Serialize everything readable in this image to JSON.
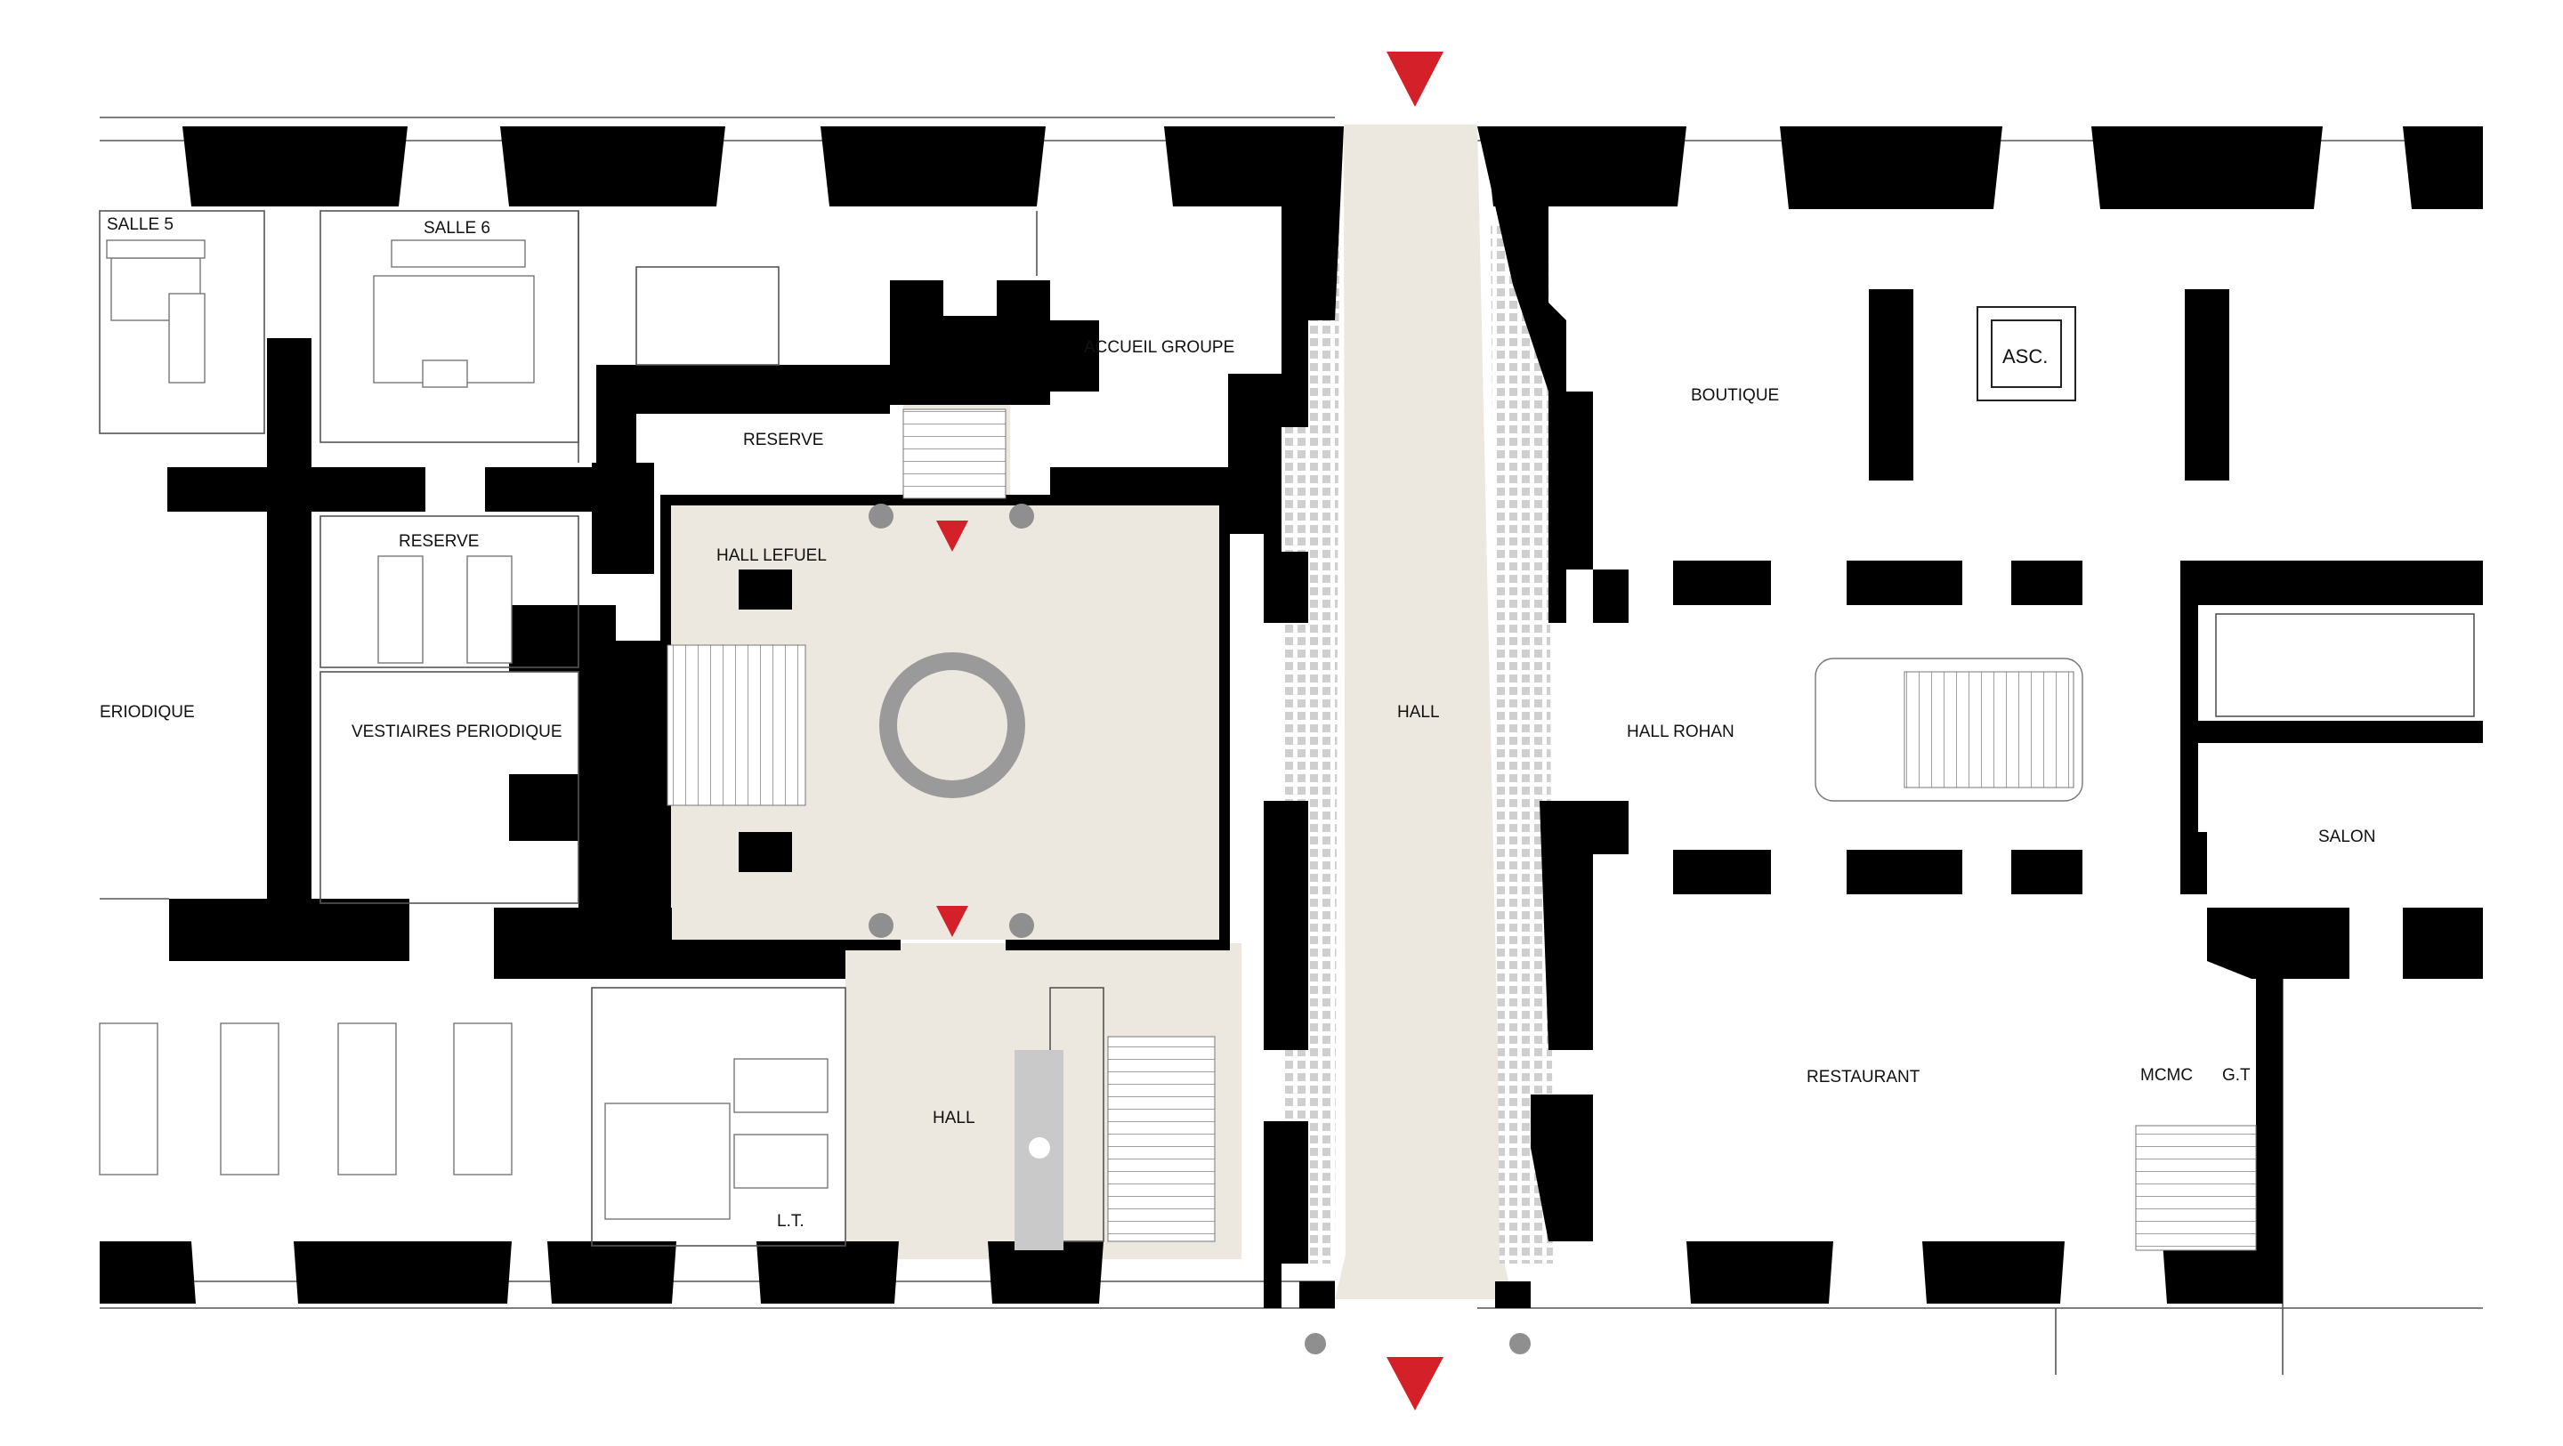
{
  "plan": {
    "rooms": [
      {
        "id": "salle-5",
        "label": "SALLE 5"
      },
      {
        "id": "salle-6",
        "label": "SALLE 6"
      },
      {
        "id": "reserve-1",
        "label": "RESERVE"
      },
      {
        "id": "reserve-2",
        "label": "RESERVE"
      },
      {
        "id": "accueil-groupe",
        "label": "ACCUEIL GROUPE"
      },
      {
        "id": "hall-lefuel",
        "label": "HALL LEFUEL"
      },
      {
        "id": "periodique",
        "label": "ERIODIQUE"
      },
      {
        "id": "vestiaires-periodique",
        "label": "VESTIAIRES PERIODIQUE"
      },
      {
        "id": "hall-main",
        "label": "HALL"
      },
      {
        "id": "hall-lower",
        "label": "HALL"
      },
      {
        "id": "boutique",
        "label": "BOUTIQUE"
      },
      {
        "id": "asc",
        "label": "ASC."
      },
      {
        "id": "hall-rohan",
        "label": "HALL ROHAN"
      },
      {
        "id": "salon",
        "label": "SALON"
      },
      {
        "id": "restaurant",
        "label": "RESTAURANT"
      },
      {
        "id": "lt",
        "label": "L.T."
      },
      {
        "id": "mcmc",
        "label": "MCMC"
      },
      {
        "id": "gt",
        "label": "G.T"
      }
    ],
    "colors": {
      "wall": "#000000",
      "stone_floor": "#ece8df",
      "entrance_marker": "#d42028",
      "line": "#555555"
    },
    "markers": [
      {
        "id": "entrance-top",
        "label": "entrance-arrow"
      },
      {
        "id": "entrance-bottom",
        "label": "entrance-arrow"
      },
      {
        "id": "lefuel-top",
        "label": "entrance-arrow"
      },
      {
        "id": "lefuel-bottom",
        "label": "entrance-arrow"
      }
    ]
  }
}
